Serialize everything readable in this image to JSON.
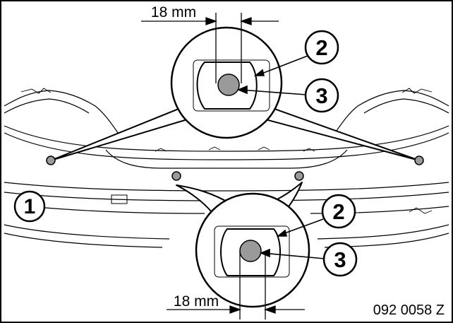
{
  "dimensions": {
    "top": "18 mm",
    "bottom": "18 mm"
  },
  "callouts": {
    "bumper": "1",
    "top_outline": "2",
    "top_center": "3",
    "bottom_outline": "2",
    "bottom_center": "3"
  },
  "figure_code": "092 0058 Z",
  "colors": {
    "line": "#000000",
    "marker_fill": "#9a9a9a",
    "background": "#ffffff"
  }
}
